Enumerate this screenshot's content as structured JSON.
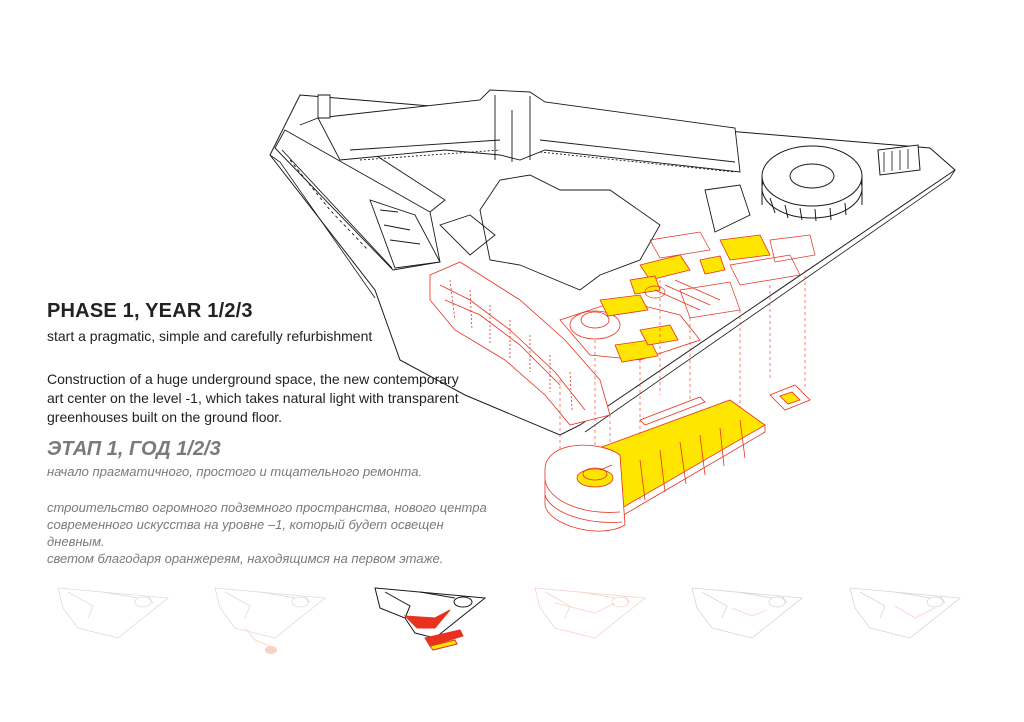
{
  "phase": {
    "title_en": "PHASE 1, YEAR 1/2/3",
    "subtitle_en": "start a pragmatic, simple and carefully refurbishment",
    "description_en": "Construction of a huge underground space, the new contemporary art center on the level -1, which takes natural light with transparent greenhouses built on the ground floor.",
    "title_ru": "ЭТАП 1, ГОД 1/2/3",
    "subtitle_ru": "начало прагматичного, простого и тщательного ремонта.",
    "description_ru_lines": [
      "строительство огромного подземного пространства, нового центра",
      "современного искусства на уровне –1, который будет освещен",
      "дневным.",
      "светом благодаря оранжереям, находящимся на первом этаже."
    ]
  },
  "colors": {
    "highlight_red": "#e8311f",
    "highlight_yellow": "#ffe600",
    "line_black": "#1a1a1a",
    "text_dark": "#222222",
    "text_gray": "#7a7a7a"
  },
  "thumbnails": {
    "count": 6,
    "active_index": 2
  }
}
